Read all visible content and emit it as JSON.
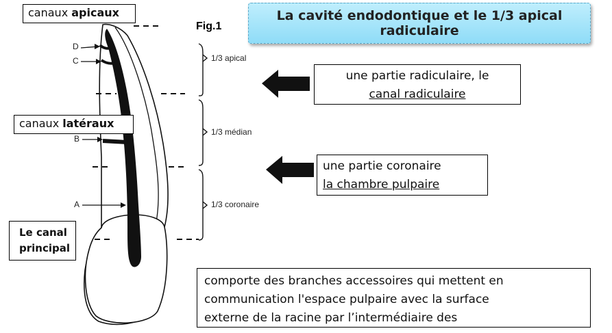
{
  "title": {
    "line1": "La cavité endodontique et le 1/3 apical",
    "line2": "radiculaire"
  },
  "figure_label": "Fig.1",
  "labels": {
    "apicaux_prefix": "canaux ",
    "apicaux_bold": "apicaux",
    "lateraux_prefix": "canaux ",
    "lateraux_bold": "latéraux",
    "principal_line1": "Le canal",
    "principal_line2": "principal"
  },
  "letters": {
    "d": "D",
    "c": "C",
    "b": "B",
    "a": "A"
  },
  "thirds": {
    "apical": "1/3 apical",
    "median": "1/3 médian",
    "coronaire": "1/3 coronaire"
  },
  "callouts": {
    "radiculaire_line1": "une partie radiculaire, le",
    "radiculaire_line2": "canal radiculaire",
    "coronaire_line1": "une partie coronaire",
    "coronaire_line2": "la chambre pulpaire",
    "branches_line1": "comporte des branches accessoires qui mettent en",
    "branches_line2": "communication l'espace pulpaire  avec la surface",
    "branches_line3": "externe de la racine par l’intermédiaire des"
  }
}
